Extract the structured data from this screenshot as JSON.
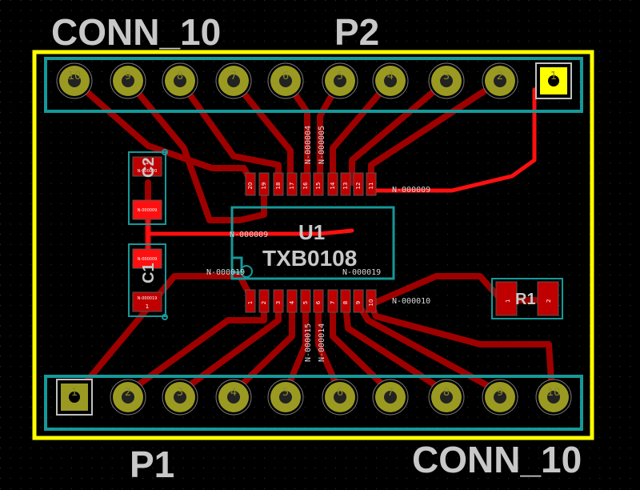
{
  "board": {
    "outline_color": "#ffff00",
    "trace_color": "#c00000",
    "pad_color": "#9a9a22",
    "courtyard_color": "#159999",
    "silk_color": "#c8c8c8"
  },
  "connectors": {
    "top": {
      "ref": "P2",
      "value": "CONN_10",
      "pins": [
        "10",
        "9",
        "8",
        "7",
        "6",
        "5",
        "4",
        "3",
        "2",
        "1"
      ]
    },
    "bottom": {
      "ref": "P1",
      "value": "CONN_10",
      "pins": [
        "1",
        "2",
        "3",
        "4",
        "5",
        "6",
        "7",
        "8",
        "9",
        "10"
      ]
    }
  },
  "ic": {
    "ref": "U1",
    "value": "TXB0108",
    "top_pins": [
      "20",
      "19",
      "18",
      "17",
      "16",
      "15",
      "14",
      "13",
      "12",
      "11"
    ],
    "bottom_pins": [
      "1",
      "2",
      "3",
      "4",
      "5",
      "6",
      "7",
      "8",
      "9",
      "10"
    ]
  },
  "caps": {
    "c1": "C1",
    "c2": "C2"
  },
  "resistor": {
    "ref": "R1",
    "pins": [
      "1",
      "2"
    ]
  },
  "nets": {
    "n09": "N-000009",
    "n04": "N-000004",
    "n05": "N-000005",
    "n19": "N-000019",
    "n10": "N-000010",
    "n15": "N-000015",
    "n14": "N-000014"
  },
  "icons": [
    "via-icon",
    "pin1-marker-icon"
  ]
}
